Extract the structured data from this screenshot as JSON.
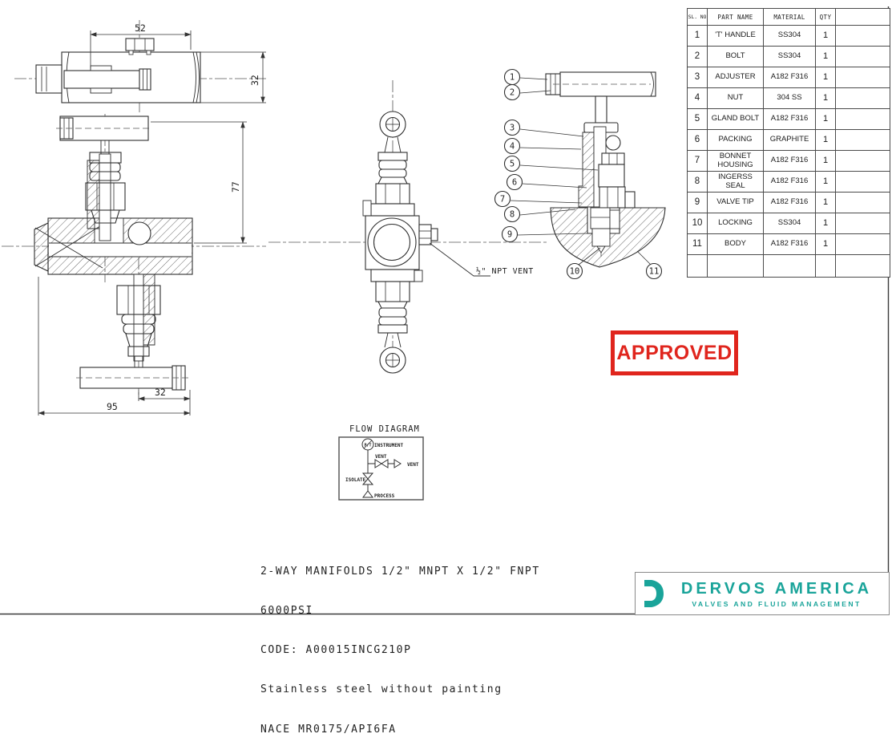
{
  "colors": {
    "ink": "#2e2e2e",
    "red": "#e0251d",
    "teal": "#1aa49a",
    "table_line": "#4b4b4b"
  },
  "dims": {
    "d52": "52",
    "d32_top": "32",
    "d77": "77",
    "d32_bottom": "32",
    "d95": "95"
  },
  "labels": {
    "vent_leader": "½\" NPT VENT"
  },
  "flow": {
    "title": "FLOW DIAGRAM",
    "gauge": "P/T",
    "instrument": "INSTRUMENT",
    "vent_branch": "VENT",
    "vent_out": "VENT",
    "isolate": "ISOLATE",
    "process": "PROCESS"
  },
  "balloons": [
    "1",
    "2",
    "3",
    "4",
    "5",
    "6",
    "7",
    "8",
    "9",
    "10",
    "11"
  ],
  "parts_table": {
    "headers": [
      "SL. NO",
      "PART NAME",
      "MATERIAL",
      "QTY",
      ""
    ],
    "rows": [
      [
        "1",
        "'T' HANDLE",
        "SS304",
        "1",
        ""
      ],
      [
        "2",
        "BOLT",
        "SS304",
        "1",
        ""
      ],
      [
        "3",
        "ADJUSTER",
        "A182 F316",
        "1",
        ""
      ],
      [
        "4",
        "NUT",
        "304 SS",
        "1",
        ""
      ],
      [
        "5",
        "GLAND BOLT",
        "A182 F316",
        "1",
        ""
      ],
      [
        "6",
        "PACKING",
        "GRAPHITE",
        "1",
        ""
      ],
      [
        "7",
        "BONNET\nHOUSING",
        "A182 F316",
        "1",
        ""
      ],
      [
        "8",
        "INGERSS\nSEAL",
        "A182 F316",
        "1",
        ""
      ],
      [
        "9",
        "VALVE TIP",
        "A182 F316",
        "1",
        ""
      ],
      [
        "10",
        "LOCKING",
        "SS304",
        "1",
        ""
      ],
      [
        "11",
        "BODY",
        "A182 F316",
        "1",
        ""
      ],
      [
        "",
        "",
        "",
        "",
        ""
      ]
    ]
  },
  "stamp": {
    "text": "APPROVED"
  },
  "title_block": {
    "lines": [
      "2-WAY MANIFOLDS 1/2\" MNPT X 1/2\" FNPT",
      "6000PSI",
      "CODE: A00015INCG210P",
      "Stainless steel without painting",
      "NACE MR0175/API6FA"
    ]
  },
  "logo": {
    "brand": "DERVOS AMERICA",
    "tagline": "VALVES AND FLUID MANAGEMENT"
  }
}
